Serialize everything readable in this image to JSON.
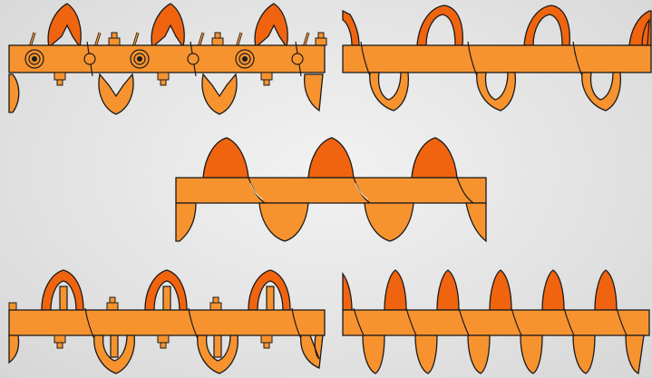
{
  "page": {
    "background": "#e4e4e4"
  },
  "colors": {
    "body": "#f7932f",
    "flight_dark": "#f06410",
    "outline": "#1b1b1b"
  },
  "augers": [
    {
      "name": "auger-paddle-segmented",
      "style": "paddle with hubs and bolts"
    },
    {
      "name": "auger-ribbon-open",
      "style": "open ribbon flighting"
    },
    {
      "name": "auger-standard-helical",
      "style": "standard continuous helix"
    },
    {
      "name": "auger-ribbon-bolted",
      "style": "bolted ribbon with supports"
    },
    {
      "name": "auger-short-pitch",
      "style": "short pitch continuous helix"
    }
  ]
}
